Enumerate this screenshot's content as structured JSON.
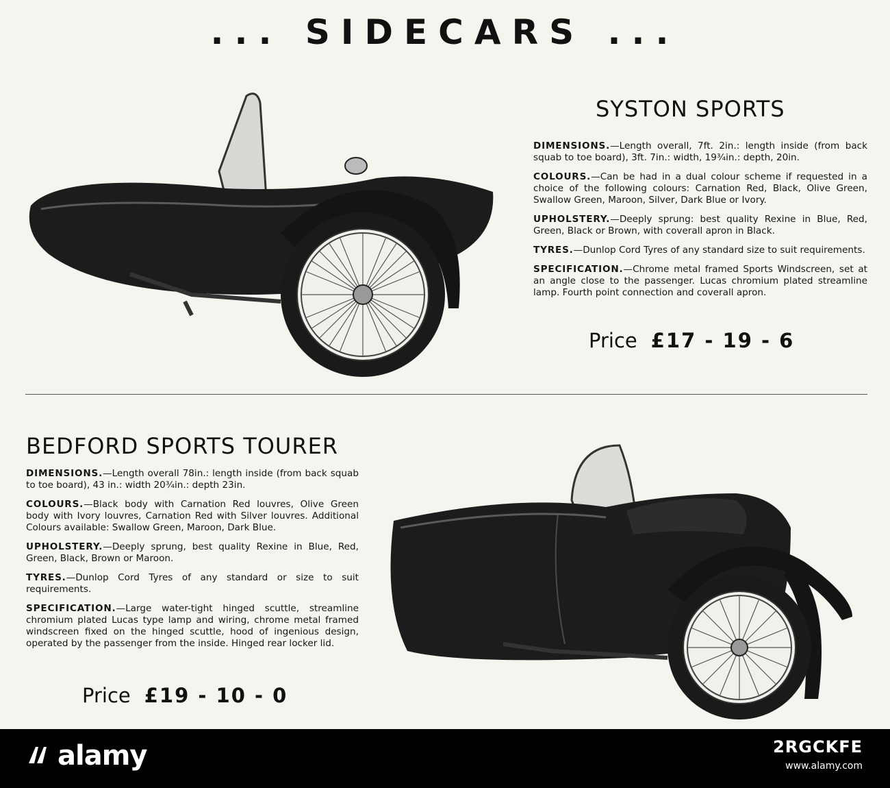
{
  "page": {
    "title": "... SIDECARS ..."
  },
  "syston": {
    "title": "SYSTON SPORTS",
    "specs": [
      {
        "label": "DIMENSIONS.",
        "text": "—Length overall, 7ft. 2in.: length inside (from back squab to toe board), 3ft. 7in.: width, 19¾in.: depth, 20in."
      },
      {
        "label": "COLOURS.",
        "text": "—Can be had in a dual colour scheme if requested in a choice of the following colours: Carnation Red, Black, Olive Green, Swallow Green, Maroon, Silver, Dark Blue or Ivory."
      },
      {
        "label": "UPHOLSTERY.",
        "text": "—Deeply sprung: best quality Rexine in Blue, Red, Green, Black or Brown, with coverall apron in Black."
      },
      {
        "label": "TYRES.",
        "text": "—Dunlop Cord Tyres of any standard size to suit requirements."
      },
      {
        "label": "SPECIFICATION.",
        "text": "—Chrome metal framed Sports Windscreen, set at an angle close to the passenger.  Lucas chromium plated streamline lamp.  Fourth point connection and coverall apron."
      }
    ],
    "price_word": "Price",
    "price_value": "£17 - 19 - 6"
  },
  "bedford": {
    "title": "BEDFORD SPORTS TOURER",
    "specs": [
      {
        "label": "DIMENSIONS.",
        "text": "—Length overall 78in.: length inside (from back squab to toe board), 43 in.: width 20¾in.: depth 23in."
      },
      {
        "label": "COLOURS.",
        "text": "—Black body with Carnation Red louvres, Olive Green body with Ivory louvres, Carnation Red with Silver louvres.  Additional Colours available: Swallow Green, Maroon, Dark Blue."
      },
      {
        "label": "UPHOLSTERY.",
        "text": "—Deeply sprung, best quality Rexine in Blue, Red, Green, Black, Brown or Maroon."
      },
      {
        "label": "TYRES.",
        "text": "—Dunlop Cord Tyres of any standard or size to suit requirements."
      },
      {
        "label": "SPECIFICATION.",
        "text": "—Large water-tight hinged scuttle, streamline chromium plated Lucas type lamp and wiring, chrome metal framed windscreen fixed on the hinged scuttle, hood of ingenious design, operated by the passenger from the inside.  Hinged rear locker lid."
      }
    ],
    "price_word": "Price",
    "price_value": "£19 - 10 - 0"
  },
  "footer": {
    "brand": "alamy",
    "image_id": "2RGCKFE",
    "url": "www.alamy.com"
  },
  "colors": {
    "paper": "#f6f4ee",
    "ink": "#111111",
    "footer": "#000000"
  }
}
